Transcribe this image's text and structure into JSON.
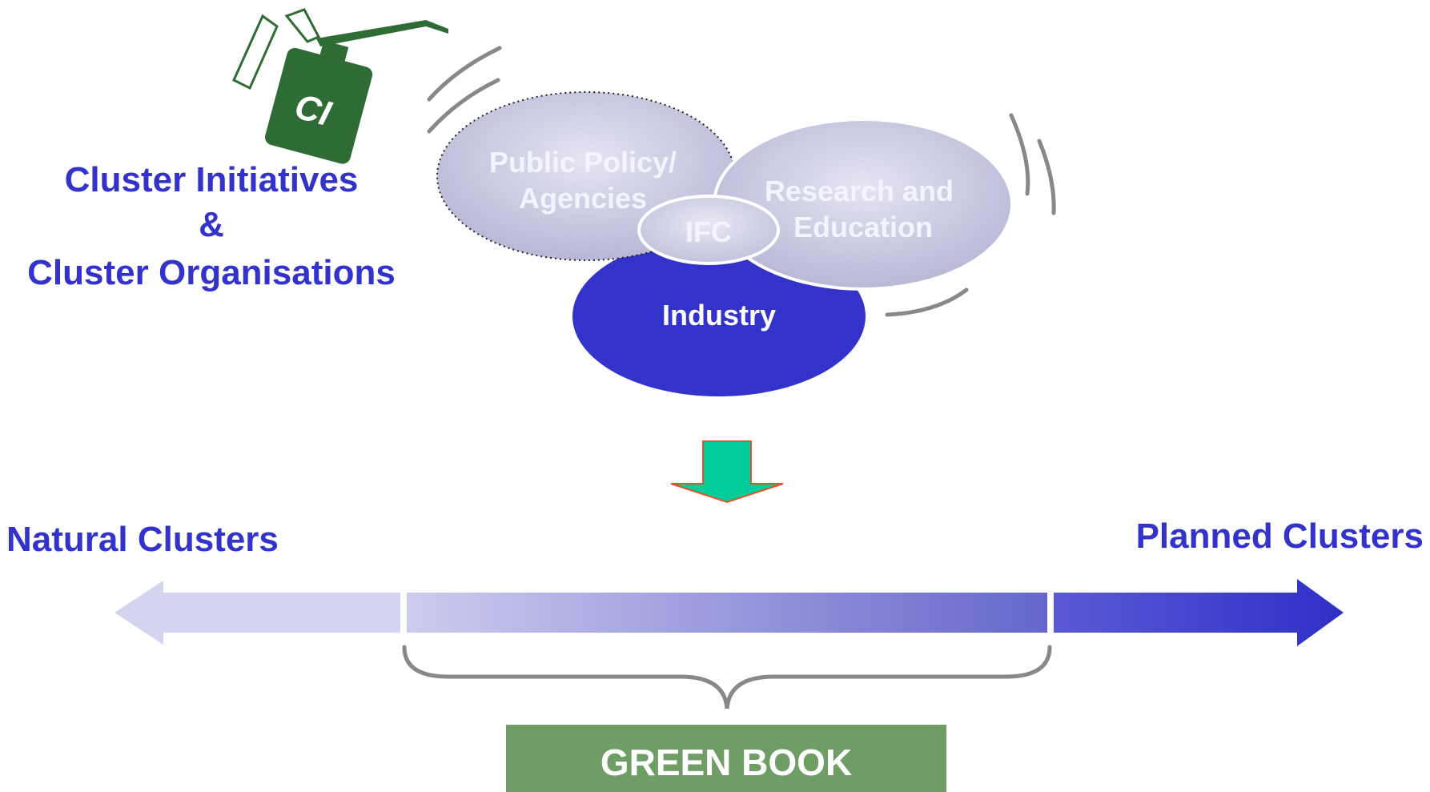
{
  "oil_can": {
    "badge_text": "CI"
  },
  "left_title": {
    "line1": "Cluster Initiatives",
    "line2": "&",
    "line3": "Cluster Organisations"
  },
  "circles": {
    "public_policy": {
      "line1": "Public Policy/",
      "line2": "Agencies"
    },
    "research": {
      "line1": "Research and",
      "line2": "Education"
    },
    "ifc": "IFC",
    "industry": "Industry"
  },
  "spectrum": {
    "left_label": "Natural Clusters",
    "right_label": "Planned Clusters"
  },
  "green_book": {
    "label": "GREEN BOOK"
  },
  "colors": {
    "title_blue": "#3333cc",
    "industry_blue": "#3333cc",
    "oil_can_green": "#2f6b35",
    "down_arrow": "#00cc99",
    "down_arrow_outline": "#e8502a",
    "green_book_fill": "#6e9e66",
    "swoosh_gray": "#888888"
  }
}
